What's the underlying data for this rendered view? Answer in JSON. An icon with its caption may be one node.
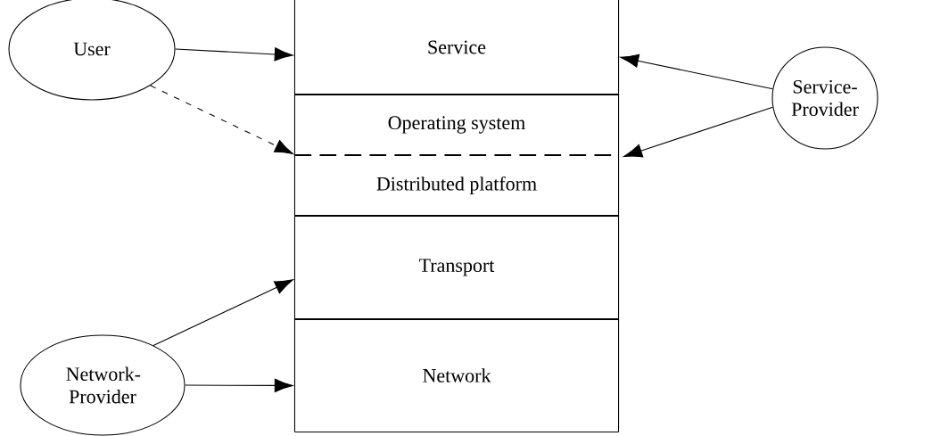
{
  "diagram": {
    "nodes": [
      {
        "text": [
          "User"
        ]
      },
      {
        "text": [
          "Service"
        ]
      },
      {
        "text": [
          "Service- Provider"
        ]
      },
      {
        "text": [
          "Operating system"
        ]
      },
      {
        "text": [
          "Distributed platform"
        ]
      },
      {
        "text": [
          "Transport"
        ]
      },
      {
        "text": [
          "Network- Provider"
        ]
      },
      {
        "text": [
          "Network"
        ]
      }
    ],
    "edges": [
      {
        "from": 0,
        "to": 1,
        "arrow": "to"
      },
      {
        "from": 0,
        "to": 4,
        "arrow": "to",
        "style": "dashed"
      },
      {
        "from": 2,
        "to": 1,
        "arrow": "to"
      },
      {
        "from": 2,
        "to": 4,
        "arrow": "to"
      },
      {
        "from": 6,
        "to": 5,
        "arrow": "to"
      },
      {
        "from": 6,
        "to": 7,
        "arrow": "to"
      }
    ]
  }
}
